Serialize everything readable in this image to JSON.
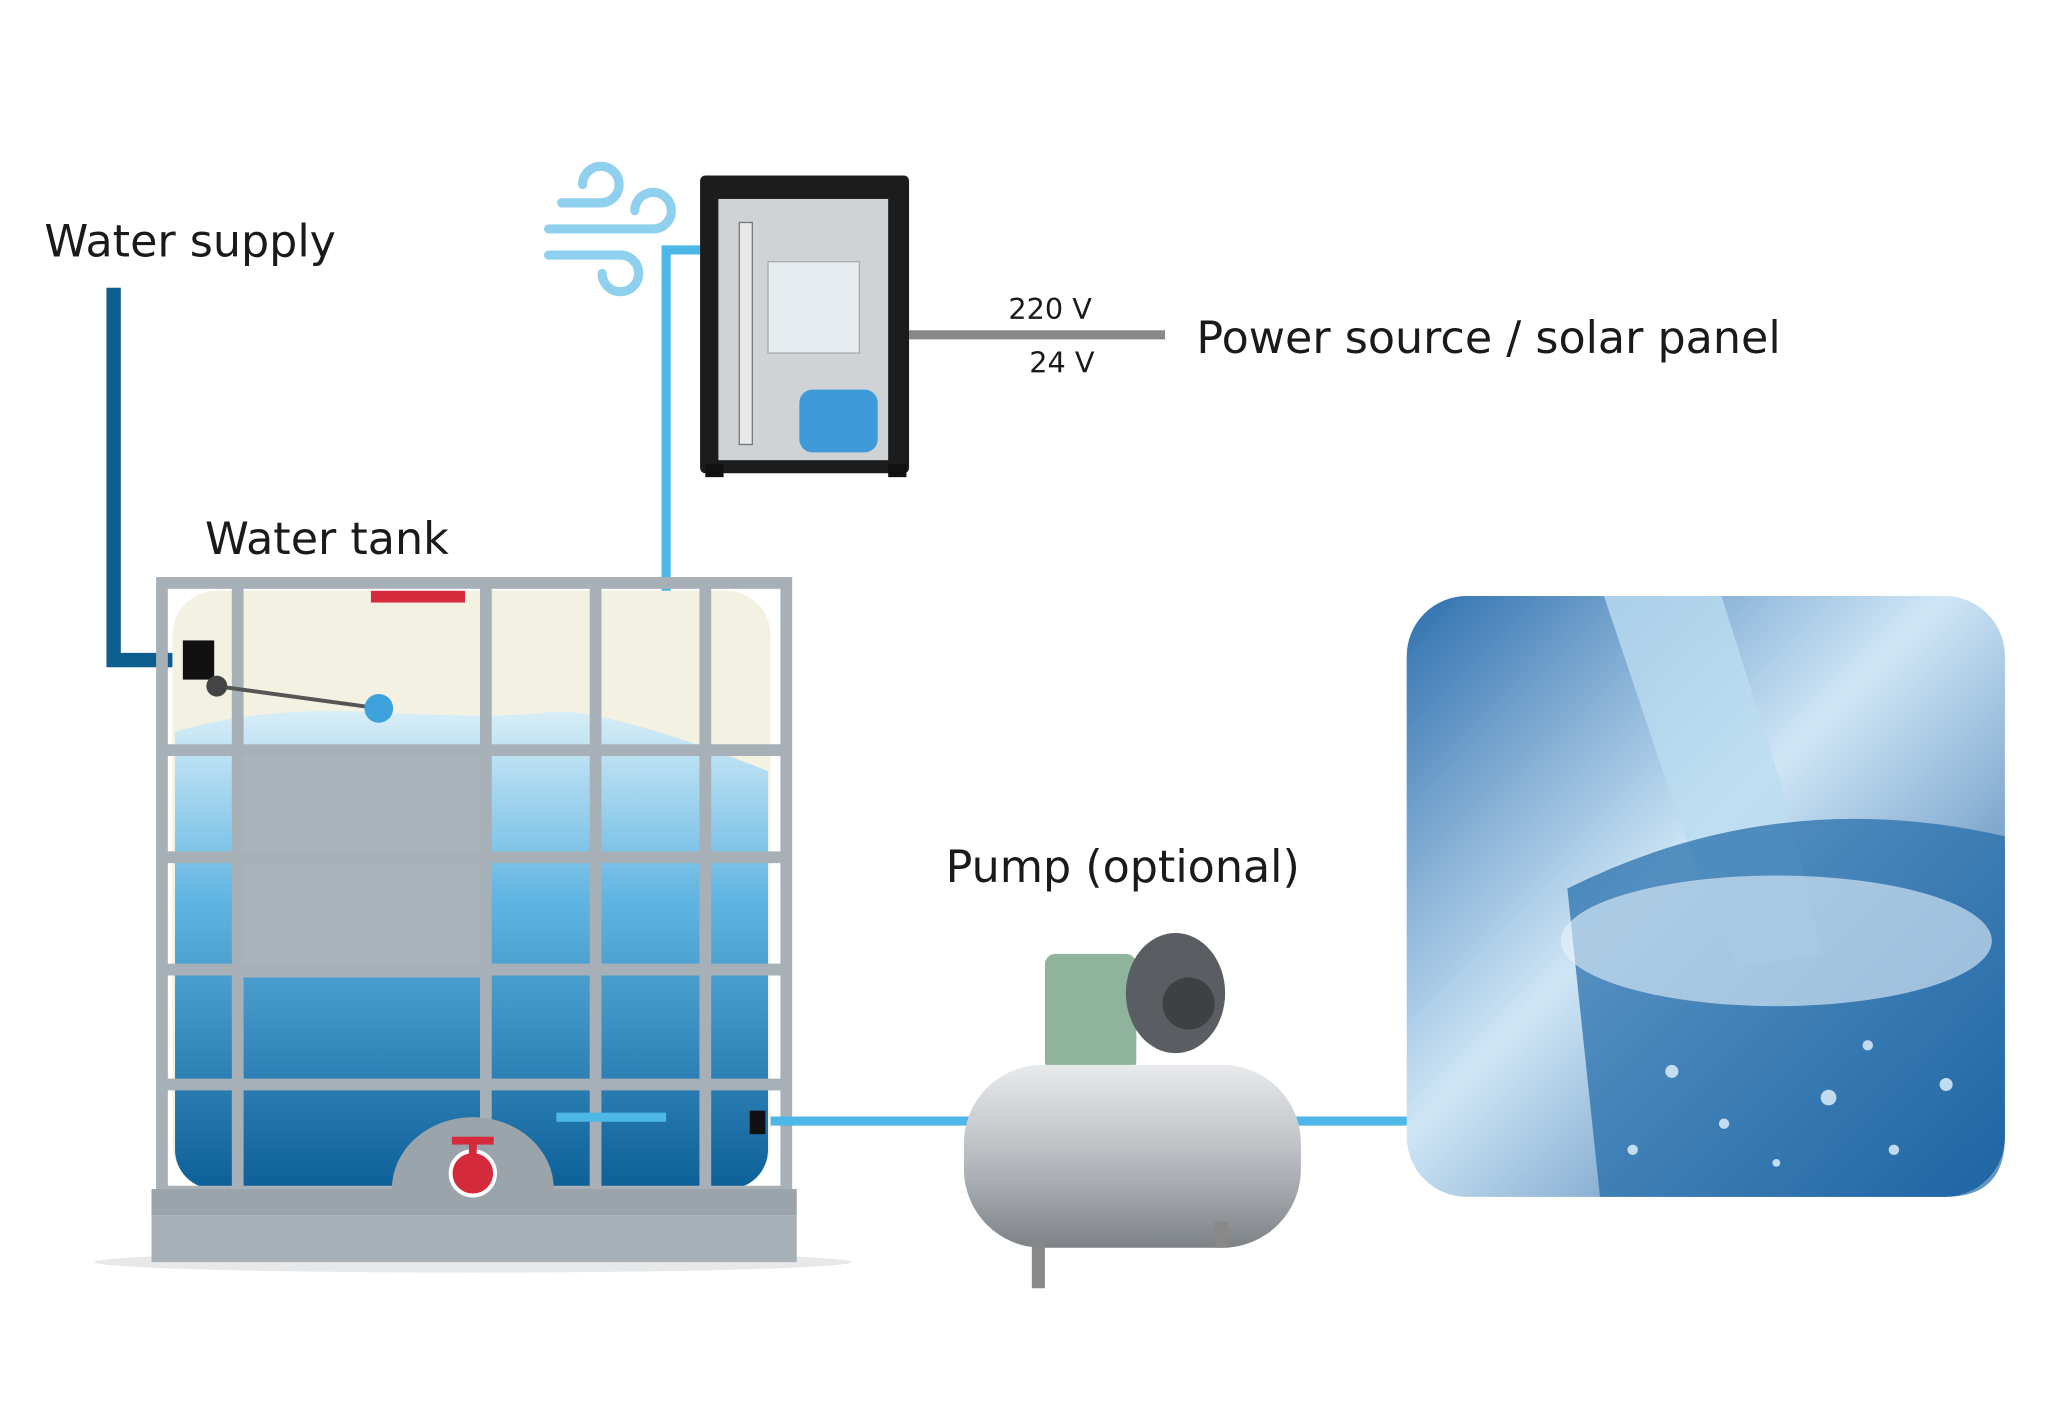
{
  "labels": {
    "water_supply": "Water supply",
    "water_tank": "Water tank",
    "pump": "Pump (optional)",
    "power_source": "Power source / solar panel",
    "voltage_ac": "220 V",
    "voltage_dc": "24 V"
  },
  "colors": {
    "supply_pipe": "#0b5e8e",
    "clean_pipe": "#4db8e8",
    "tank_frame": "#a7b0b6",
    "valve": "#d42a3c",
    "cabinet": "#1c1c1c",
    "power_line": "#888888"
  }
}
